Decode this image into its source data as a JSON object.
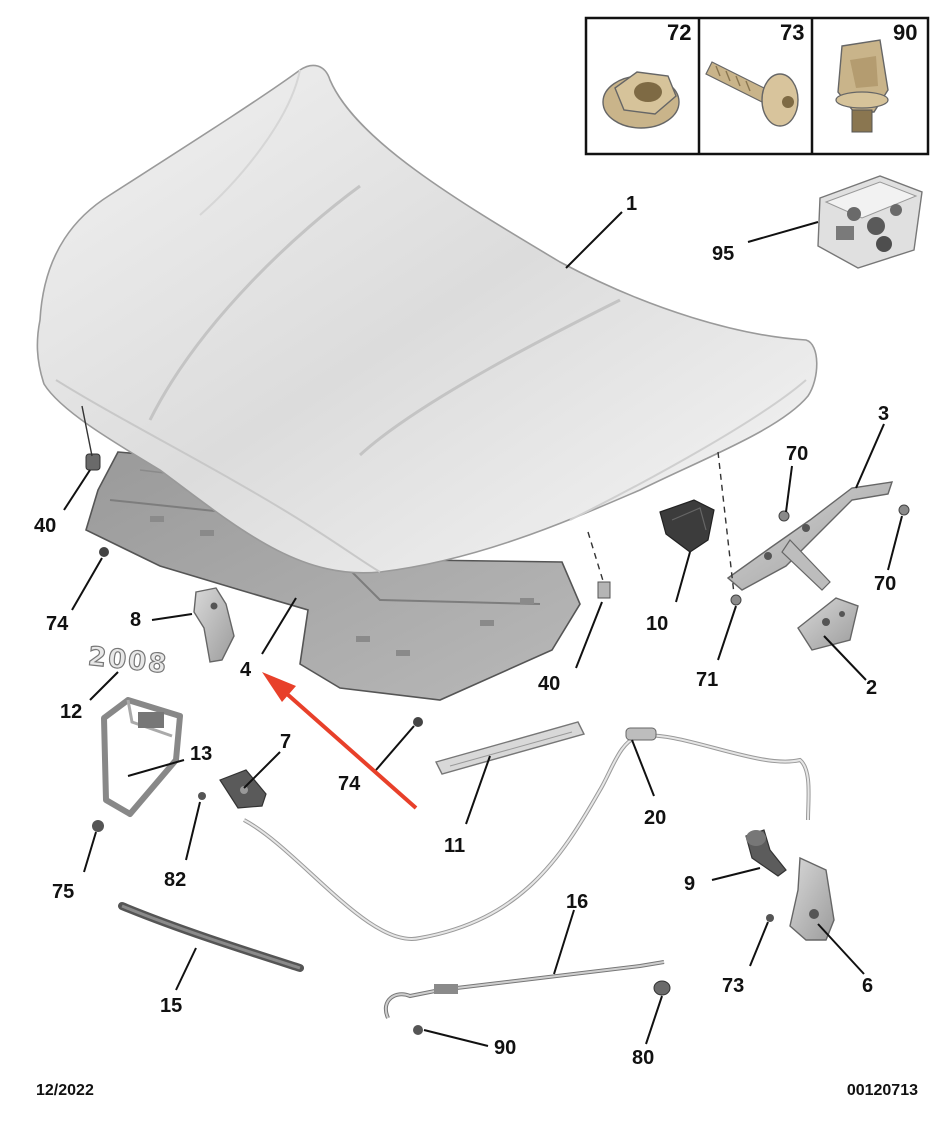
{
  "inset": {
    "labels": [
      "72",
      "73",
      "90"
    ]
  },
  "callouts": {
    "c1": "1",
    "c95": "95",
    "c3": "3",
    "c70a": "70",
    "c70b": "70",
    "c40a": "40",
    "c40b": "40",
    "c74a": "74",
    "c74b": "74",
    "c8": "8",
    "c4": "4",
    "c12": "12",
    "c13": "13",
    "c7": "7",
    "c10": "10",
    "c71": "71",
    "c2": "2",
    "c11": "11",
    "c20": "20",
    "c75": "75",
    "c82": "82",
    "c9": "9",
    "c16": "16",
    "c73": "73",
    "c6": "6",
    "c15": "15",
    "c90": "90",
    "c80": "80"
  },
  "emblem_text": "2008",
  "footer": {
    "date": "12/2022",
    "reference": "00120713"
  },
  "colors": {
    "hood": "#e6e6e6",
    "insulation": "#a9a9a9",
    "arrow": "#e8402a"
  }
}
